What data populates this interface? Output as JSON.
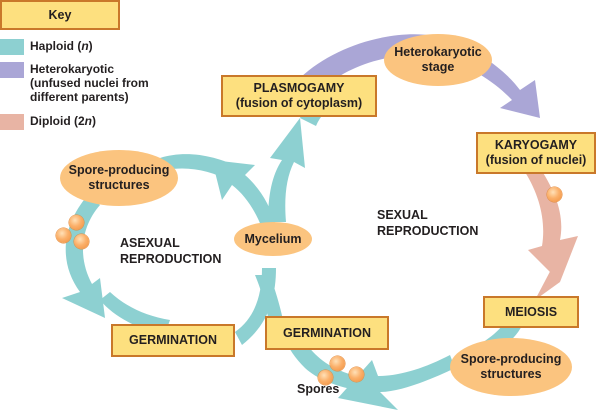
{
  "key": {
    "title": "Key",
    "items": [
      {
        "id": "haploid",
        "label_prefix": "Haploid (",
        "label_italic": "n",
        "label_suffix": ")",
        "color": "#8dd0d1"
      },
      {
        "id": "heterokaryotic",
        "label_line1": "Heterokaryotic",
        "label_line2": "(unfused nuclei from",
        "label_line3": "different parents)",
        "color": "#aaa6d6"
      },
      {
        "id": "diploid",
        "label_prefix": "Diploid (2",
        "label_italic": "n",
        "label_suffix": ")",
        "color": "#e8b4a4"
      }
    ]
  },
  "colors": {
    "haploid": "#8dd0d1",
    "heterokaryotic": "#aaa6d6",
    "diploid": "#e8b4a4",
    "box_fill": "#fde07f",
    "box_border": "#c9782a",
    "oval_fill": "#fbc47f"
  },
  "stages": {
    "plasmogamy": {
      "line1": "PLASMOGAMY",
      "line2": "(fusion of cytoplasm)"
    },
    "heterokaryotic_stage": {
      "line1": "Heterokaryotic",
      "line2": "stage"
    },
    "karyogamy": {
      "line1": "KARYOGAMY",
      "line2": "(fusion of nuclei)"
    },
    "meiosis": {
      "line1": "MEIOSIS"
    },
    "spore_producing_sexual": {
      "line1": "Spore-producing",
      "line2": "structures"
    },
    "germination_sexual": {
      "line1": "GERMINATION"
    },
    "mycelium": {
      "line1": "Mycelium"
    },
    "spore_producing_asexual": {
      "line1": "Spore-producing",
      "line2": "structures"
    },
    "germination_asexual": {
      "line1": "GERMINATION"
    }
  },
  "cycle_labels": {
    "sexual": {
      "line1": "SEXUAL",
      "line2": "REPRODUCTION"
    },
    "asexual": {
      "line1": "ASEXUAL",
      "line2": "REPRODUCTION"
    },
    "spores": "Spores"
  }
}
